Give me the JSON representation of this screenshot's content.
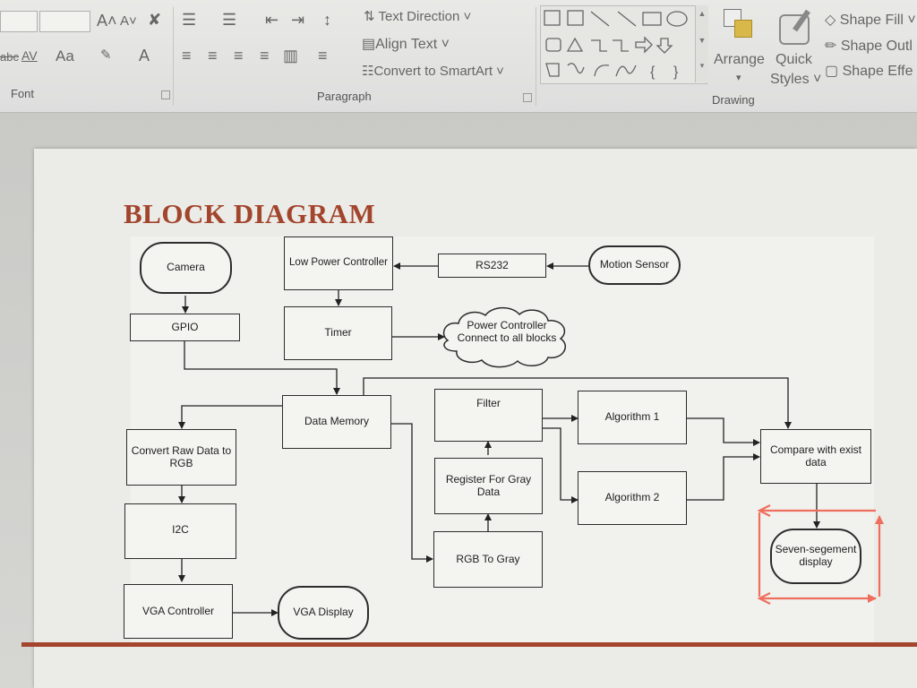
{
  "ribbon": {
    "font": {
      "group_label": "Font",
      "grow_font": "A˄",
      "shrink_font": "A˅",
      "char_spacing": "AV",
      "change_case": "Aa",
      "font_color": "A",
      "strike_prefix": "abc"
    },
    "paragraph": {
      "group_label": "Paragraph",
      "text_direction": "Text Direction",
      "align_text": "Align Text",
      "convert_smartart": "Convert to SmartArt"
    },
    "drawing": {
      "group_label": "Drawing",
      "arrange": "Arrange",
      "quick_styles_line1": "Quick",
      "quick_styles_line2": "Styles",
      "shape_fill": "Shape Fill",
      "shape_outline": "Shape Outl",
      "shape_effects": "Shape Effe"
    }
  },
  "slide": {
    "title": "BLOCK DIAGRAM",
    "title_color": "#a2452c",
    "accent_color": "#a6452e",
    "selection_color": "#ef6f5c"
  },
  "diagram": {
    "nodes": {
      "camera": "Camera",
      "gpio": "GPIO",
      "low_power_controller": "Low Power Controller",
      "rs232": "RS232",
      "motion_sensor": "Motion Sensor",
      "timer": "Timer",
      "power_controller_line1": "Power Controller",
      "power_controller_line2": "Connect to all blocks",
      "data_memory": "Data Memory",
      "filter": "Filter",
      "algorithm1": "Algorithm 1",
      "algorithm2": "Algorithm 2",
      "convert_raw_line1": "Convert Raw Data to",
      "convert_raw_line2": "RGB",
      "register_gray_line1": "Register For Gray",
      "register_gray_line2": "Data",
      "compare_line1": "Compare with exist",
      "compare_line2": "data",
      "i2c": "I2C",
      "rgb_to_gray": "RGB To Gray",
      "seven_segment_line1": "Seven-segement",
      "seven_segment_line2": "display",
      "vga_controller": "VGA Controller",
      "vga_display": "VGA Display"
    }
  }
}
